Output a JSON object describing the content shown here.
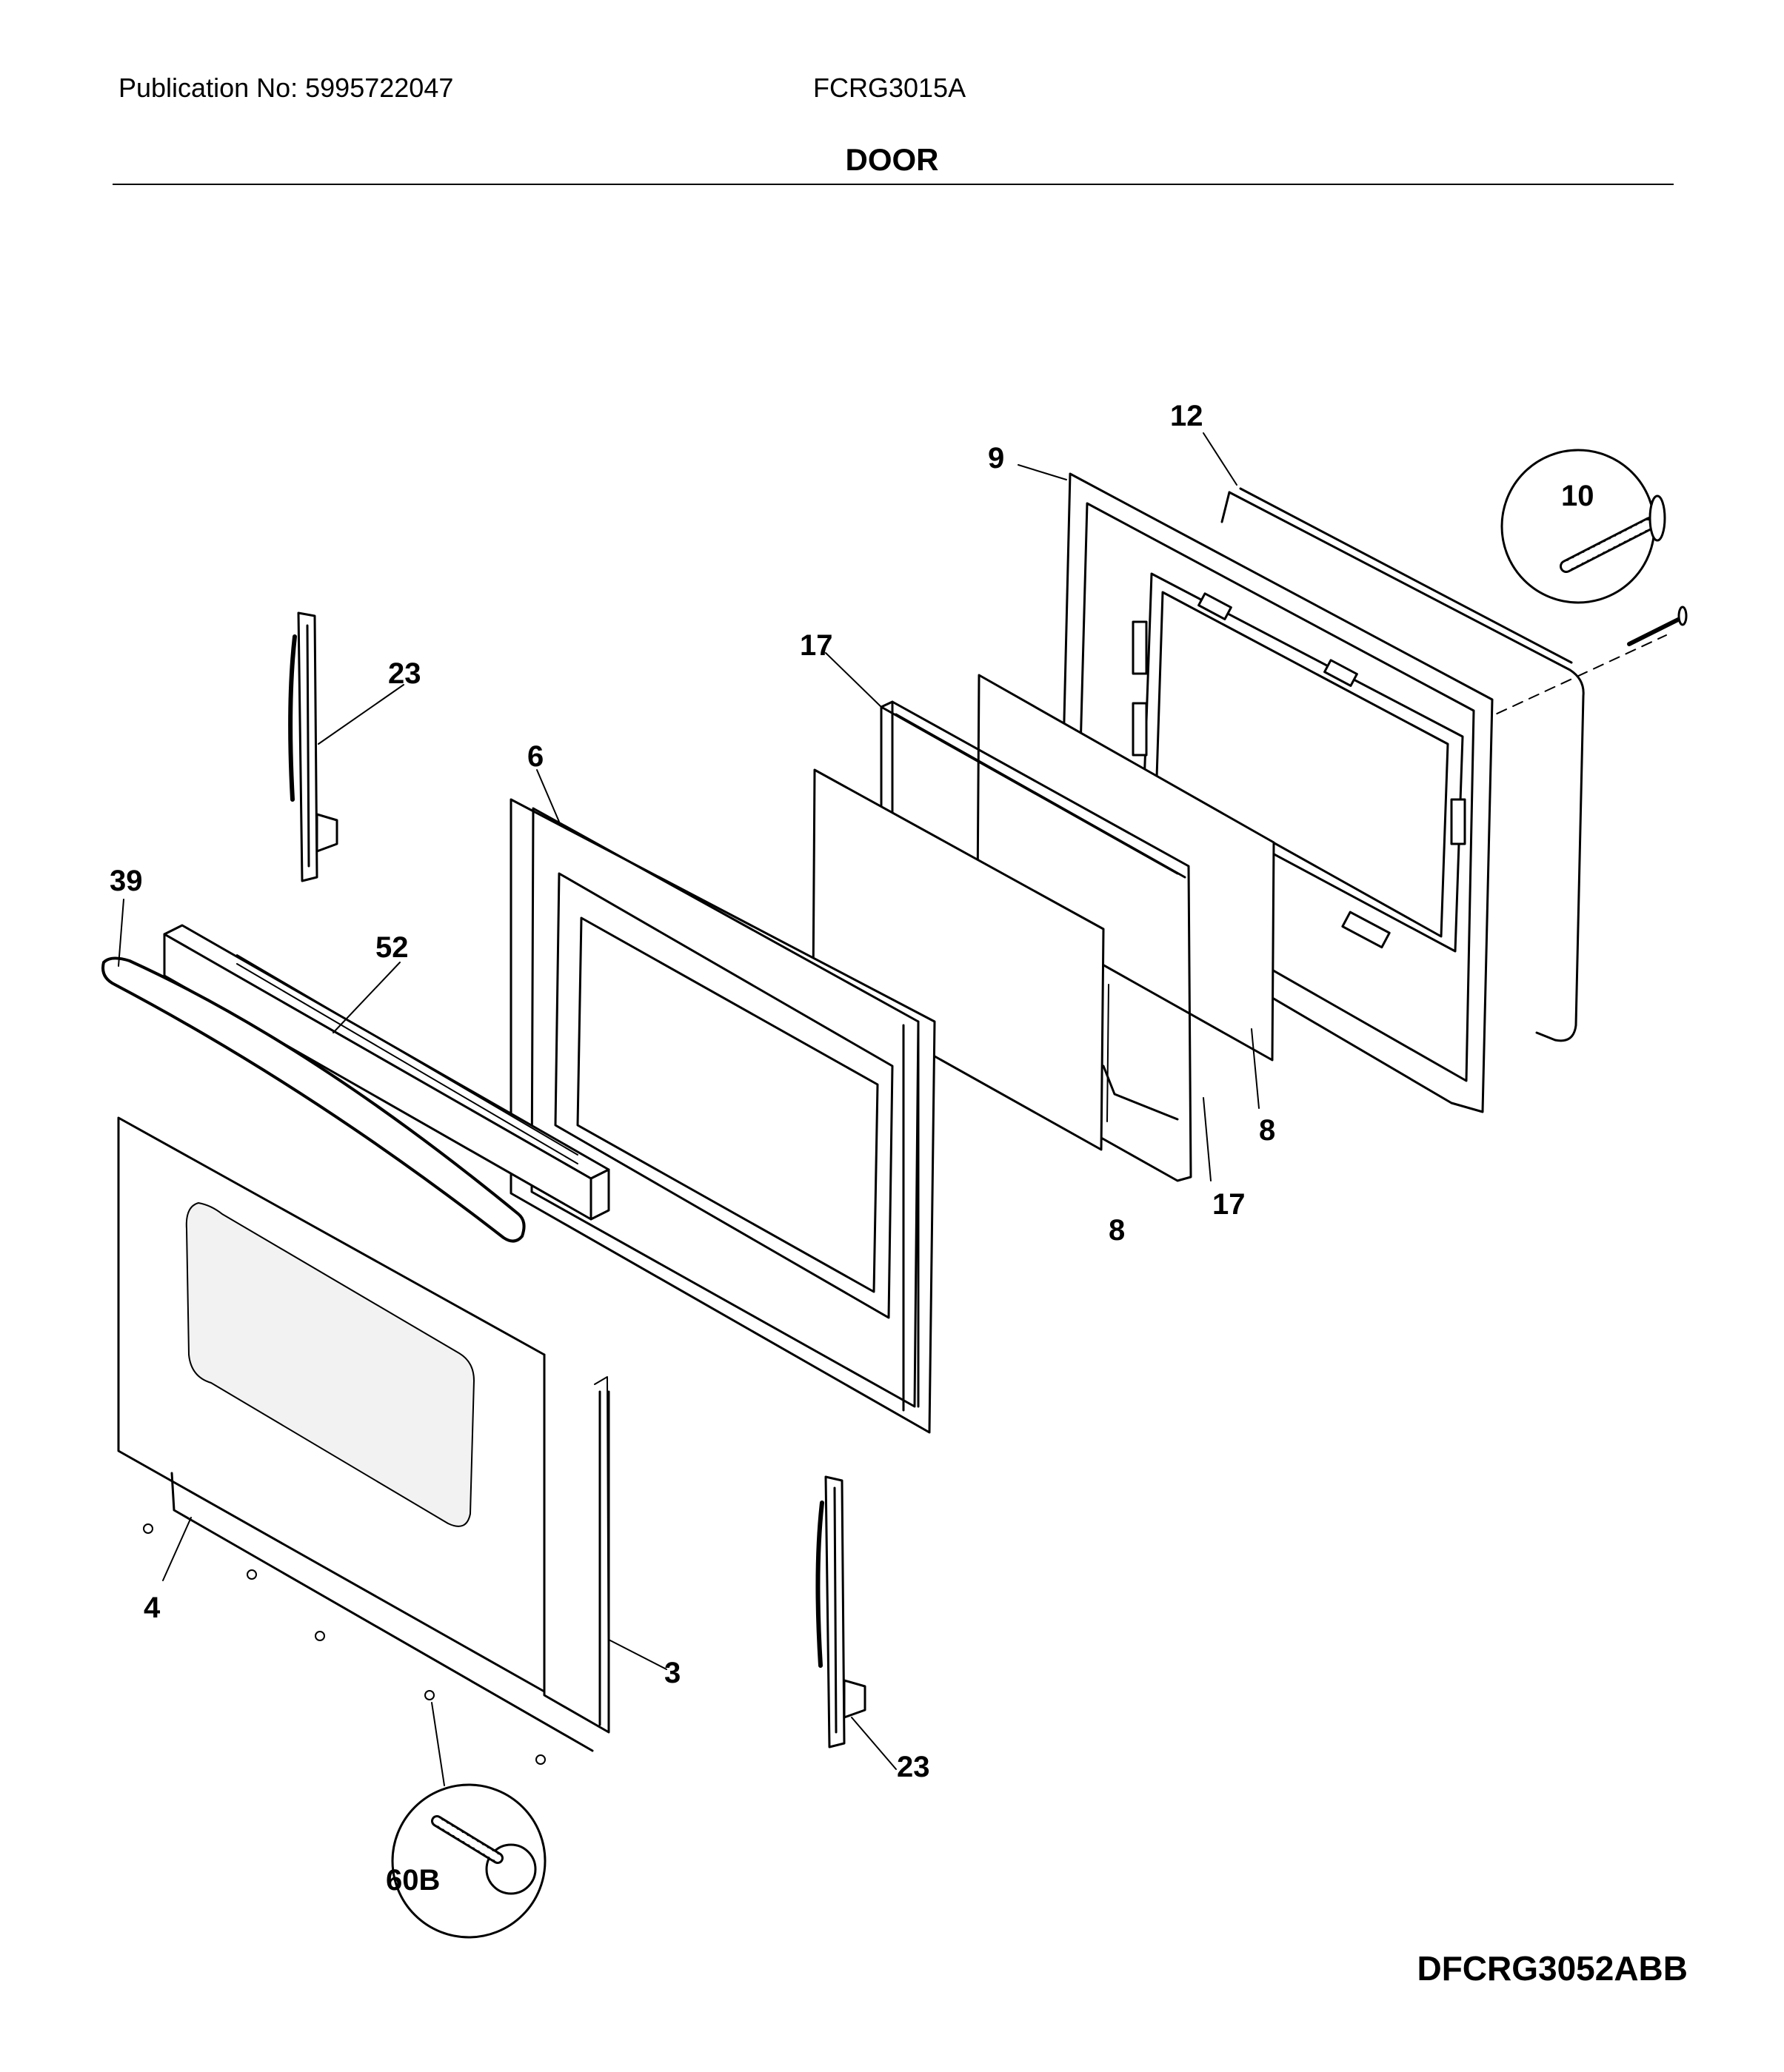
{
  "header": {
    "publication": "Publication No: 5995722047",
    "model": "FCRG3015A",
    "title": "DOOR"
  },
  "footer": {
    "diagram_code": "DFCRG3052ABB"
  },
  "callouts": {
    "p12": "12",
    "p9": "9",
    "p10": "10",
    "p23a": "23",
    "p17a": "17",
    "p6": "6",
    "p39": "39",
    "p52": "52",
    "p8a": "8",
    "p17b": "17",
    "p8b": "8",
    "p4": "4",
    "p3": "3",
    "p23b": "23",
    "p60b": "60B"
  }
}
